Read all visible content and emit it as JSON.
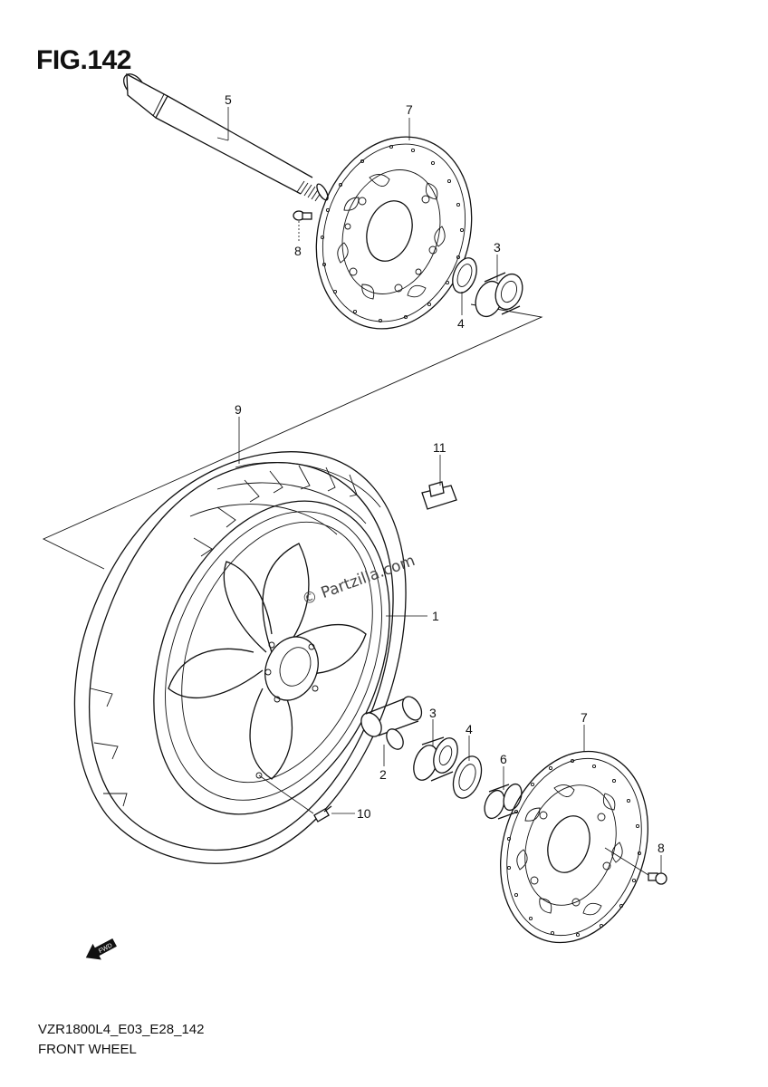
{
  "figure": {
    "title": "FIG.142",
    "code": "VZR1800L4_E03_E28_142",
    "name": "FRONT WHEEL",
    "watermark": "© Partzilla.com"
  },
  "callouts": [
    {
      "ref": "1",
      "part": "wheel"
    },
    {
      "ref": "2",
      "part": "spacer"
    },
    {
      "ref": "3",
      "part": "bearing-upper"
    },
    {
      "ref": "3",
      "part": "bearing-lower"
    },
    {
      "ref": "4",
      "part": "seal-upper"
    },
    {
      "ref": "4",
      "part": "seal-lower"
    },
    {
      "ref": "5",
      "part": "axle"
    },
    {
      "ref": "6",
      "part": "collar"
    },
    {
      "ref": "7",
      "part": "disc-upper"
    },
    {
      "ref": "7",
      "part": "disc-lower"
    },
    {
      "ref": "8",
      "part": "bolt-upper"
    },
    {
      "ref": "8",
      "part": "bolt-lower"
    },
    {
      "ref": "9",
      "part": "tire"
    },
    {
      "ref": "10",
      "part": "valve"
    },
    {
      "ref": "11",
      "part": "balancer"
    }
  ],
  "icons": {
    "fwd_arrow": "fwd-arrow-icon"
  },
  "fwd_label": "FWD"
}
